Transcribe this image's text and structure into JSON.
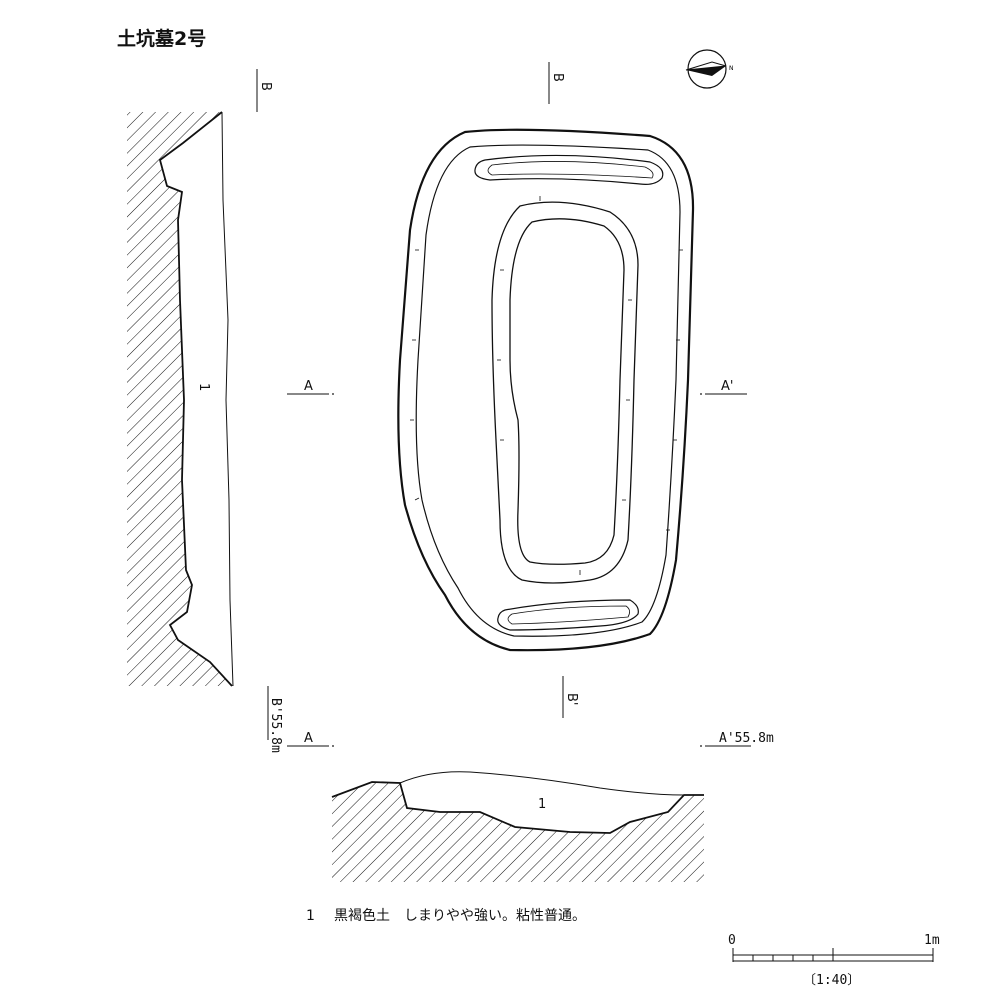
{
  "title": "土坑墓2号",
  "plan": {
    "label_b": "B",
    "label_b_prime": "B'",
    "label_a": "A",
    "label_a_prime": "A'"
  },
  "section_b": {
    "label_top": "B",
    "label_bottom": "B'55.8m",
    "layer_label": "1"
  },
  "section_a": {
    "label_left": "A",
    "label_right": "A'55.8m",
    "layer_label": "1"
  },
  "legend": {
    "number": "1",
    "text": "黒褐色土　しまりやや強い。粘性普通。"
  },
  "scale": {
    "zero": "0",
    "max": "1m",
    "ratio": "〔1:40〕"
  },
  "north_arrow_icon": "north-arrow-icon",
  "colors": {
    "ink": "#111111",
    "paper": "#ffffff"
  }
}
